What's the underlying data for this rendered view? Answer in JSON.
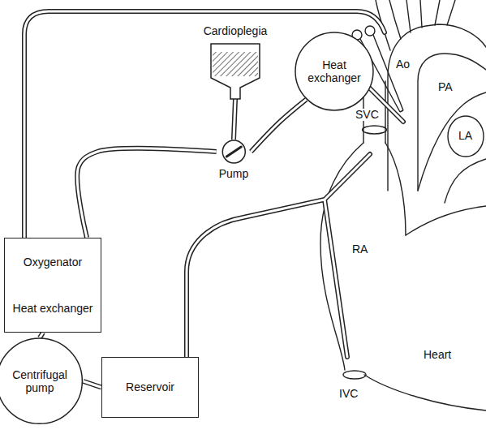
{
  "diagram": {
    "nodes": [
      {
        "text": [
          "Cardioplegia"
        ]
      },
      {
        "text": [
          "Heat exchanger"
        ]
      },
      {
        "text": [
          "Pump"
        ]
      },
      {
        "text": [
          "Oxygenator",
          "Heat exchanger"
        ]
      },
      {
        "text": [
          "Centrifugal pump"
        ]
      },
      {
        "text": [
          "Reservoir"
        ]
      }
    ],
    "edges": [
      {
        "from": 0,
        "to": 2,
        "arrow": "none"
      },
      {
        "from": 2,
        "to": 1,
        "arrow": "none"
      },
      {
        "from": 3,
        "to": 2,
        "arrow": "none"
      },
      {
        "from": 3,
        "to": 4,
        "arrow": "none"
      },
      {
        "from": 4,
        "to": 5,
        "arrow": "none"
      }
    ],
    "labels": [
      "Ao",
      "PA",
      "SVC",
      "RA",
      "LA",
      "IVC",
      "Heart"
    ]
  }
}
